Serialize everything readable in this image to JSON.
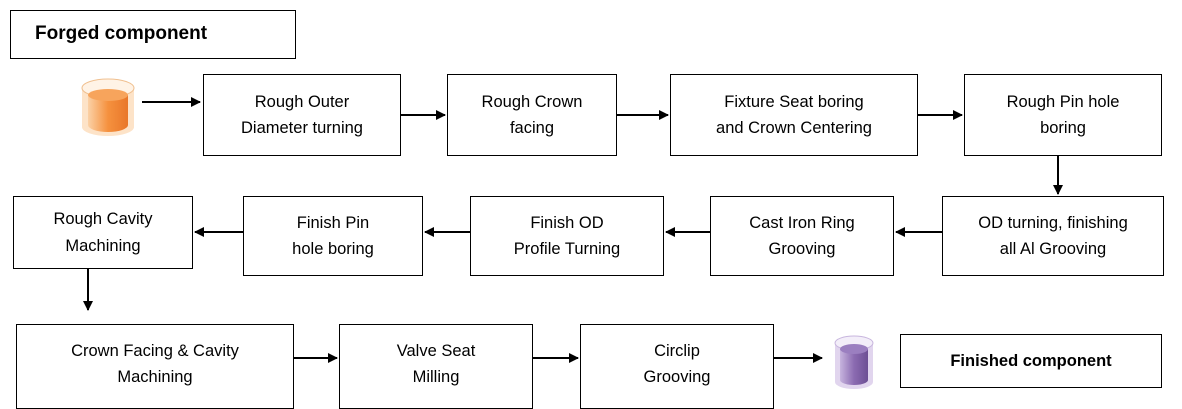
{
  "title": "Forged component",
  "steps": [
    "Rough Outer\nDiameter turning",
    "Rough Crown\nfacing",
    "Fixture Seat boring\nand Crown Centering",
    "Rough Pin hole\nboring",
    "OD turning, finishing\nall Al Grooving",
    "Cast Iron Ring\nGrooving",
    "Finish OD\nProfile Turning",
    "Finish Pin\nhole boring",
    "Rough Cavity\nMachining",
    "Crown Facing & Cavity\nMachining",
    "Valve Seat\nMilling",
    "Circlip\nGrooving"
  ],
  "finished_label": "Finished component",
  "colors": {
    "start_icon": "#f5913e",
    "end_icon": "#8b6bb1",
    "border": "#000000"
  },
  "icons": {
    "start": "raw-billet-cylinder-icon",
    "end": "finished-part-cylinder-icon"
  }
}
